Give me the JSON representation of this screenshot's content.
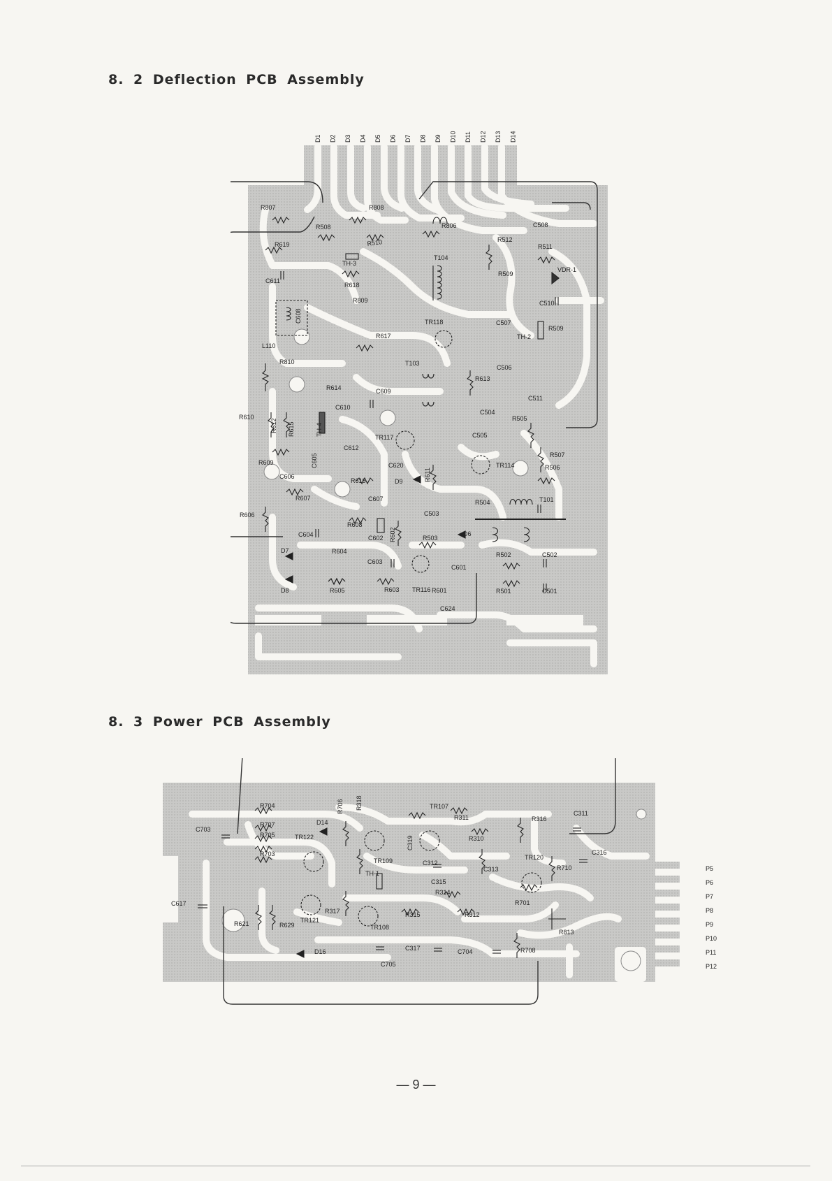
{
  "titles": {
    "deflection": "8. 2 Deflection PCB Assembly",
    "power": "8. 3 Power PCB Assembly"
  },
  "page_number": "— 9 —",
  "deflection": {
    "connectors": [
      "D1",
      "D2",
      "D3",
      "D4",
      "D5",
      "D6",
      "D7",
      "D8",
      "D9",
      "D10",
      "D11",
      "D12",
      "D13",
      "D14"
    ],
    "labels": [
      {
        "id": "R807",
        "t": "R807"
      },
      {
        "id": "R808",
        "t": "R808"
      },
      {
        "id": "R508",
        "t": "R508"
      },
      {
        "id": "R510",
        "t": "R510"
      },
      {
        "id": "R806",
        "t": "R806"
      },
      {
        "id": "C508",
        "t": "C508"
      },
      {
        "id": "R619",
        "t": "R619"
      },
      {
        "id": "TH-3",
        "t": "TH-3"
      },
      {
        "id": "R512",
        "t": "R512"
      },
      {
        "id": "R511",
        "t": "R511"
      },
      {
        "id": "T104",
        "t": "T104"
      },
      {
        "id": "VDR-1",
        "t": "VDR-1"
      },
      {
        "id": "C611",
        "t": "C611"
      },
      {
        "id": "R618",
        "t": "R618"
      },
      {
        "id": "R509a",
        "t": "R509"
      },
      {
        "id": "C510",
        "t": "C510"
      },
      {
        "id": "R809",
        "t": "R809"
      },
      {
        "id": "C608",
        "t": "C608"
      },
      {
        "id": "TR118",
        "t": "TR118"
      },
      {
        "id": "C507",
        "t": "C507"
      },
      {
        "id": "L110",
        "t": "L110"
      },
      {
        "id": "TH-2",
        "t": "TH-2"
      },
      {
        "id": "R509b",
        "t": "R509"
      },
      {
        "id": "R617",
        "t": "R617"
      },
      {
        "id": "R810",
        "t": "R810"
      },
      {
        "id": "T103",
        "t": "T103"
      },
      {
        "id": "C506",
        "t": "C506"
      },
      {
        "id": "R613",
        "t": "R613"
      },
      {
        "id": "R614",
        "t": "R614"
      },
      {
        "id": "C609",
        "t": "C609"
      },
      {
        "id": "C511",
        "t": "C511"
      },
      {
        "id": "C610",
        "t": "C610"
      },
      {
        "id": "C504",
        "t": "C504"
      },
      {
        "id": "R505",
        "t": "R505"
      },
      {
        "id": "R610",
        "t": "R610"
      },
      {
        "id": "R612",
        "t": "R612"
      },
      {
        "id": "R615",
        "t": "R615"
      },
      {
        "id": "TH-4",
        "t": "TH-4"
      },
      {
        "id": "TR117",
        "t": "TR117"
      },
      {
        "id": "C505",
        "t": "C505"
      },
      {
        "id": "C612",
        "t": "C612"
      },
      {
        "id": "C605",
        "t": "C605"
      },
      {
        "id": "R609",
        "t": "R609"
      },
      {
        "id": "C620",
        "t": "C620"
      },
      {
        "id": "R611",
        "t": "R611"
      },
      {
        "id": "R507",
        "t": "R507"
      },
      {
        "id": "C606",
        "t": "C606"
      },
      {
        "id": "TR114",
        "t": "TR114"
      },
      {
        "id": "R506",
        "t": "R506"
      },
      {
        "id": "R616",
        "t": "R616"
      },
      {
        "id": "D9",
        "t": "D9"
      },
      {
        "id": "R607",
        "t": "R607"
      },
      {
        "id": "C607",
        "t": "C607"
      },
      {
        "id": "R504",
        "t": "R504"
      },
      {
        "id": "T101",
        "t": "T101"
      },
      {
        "id": "R606",
        "t": "R606"
      },
      {
        "id": "C503",
        "t": "C503"
      },
      {
        "id": "R608",
        "t": "R608"
      },
      {
        "id": "R602",
        "t": "R602"
      },
      {
        "id": "D6",
        "t": "D6"
      },
      {
        "id": "C604",
        "t": "C604"
      },
      {
        "id": "C602a",
        "t": "C602"
      },
      {
        "id": "R503",
        "t": "R503"
      },
      {
        "id": "D7",
        "t": "D7"
      },
      {
        "id": "R604",
        "t": "R604"
      },
      {
        "id": "R502",
        "t": "R502"
      },
      {
        "id": "C502",
        "t": "C502"
      },
      {
        "id": "C603",
        "t": "C603"
      },
      {
        "id": "C601",
        "t": "C601"
      },
      {
        "id": "D8",
        "t": "D8"
      },
      {
        "id": "R605",
        "t": "R605"
      },
      {
        "id": "R603",
        "t": "R603"
      },
      {
        "id": "TR116",
        "t": "TR116"
      },
      {
        "id": "R601",
        "t": "R601"
      },
      {
        "id": "R501",
        "t": "R501"
      },
      {
        "id": "C501",
        "t": "C501"
      },
      {
        "id": "C624",
        "t": "C624"
      }
    ]
  },
  "power": {
    "connectors": [
      "P5",
      "P6",
      "P7",
      "P8",
      "P9",
      "P10",
      "P11",
      "P12"
    ],
    "labels": [
      {
        "id": "R704",
        "t": "R704"
      },
      {
        "id": "R706",
        "t": "R706"
      },
      {
        "id": "R318",
        "t": "R318"
      },
      {
        "id": "TR107",
        "t": "TR107"
      },
      {
        "id": "R311",
        "t": "R311"
      },
      {
        "id": "R316",
        "t": "R316"
      },
      {
        "id": "C311",
        "t": "C311"
      },
      {
        "id": "C703",
        "t": "C703"
      },
      {
        "id": "D14",
        "t": "D14"
      },
      {
        "id": "R707",
        "t": "R707"
      },
      {
        "id": "TR122",
        "t": "TR122"
      },
      {
        "id": "C319",
        "t": "C319"
      },
      {
        "id": "R310",
        "t": "R310"
      },
      {
        "id": "R705",
        "t": "R705"
      },
      {
        "id": "TR109",
        "t": "TR109"
      },
      {
        "id": "C316",
        "t": "C316"
      },
      {
        "id": "R703",
        "t": "R703"
      },
      {
        "id": "C312",
        "t": "C312"
      },
      {
        "id": "TR120",
        "t": "TR120"
      },
      {
        "id": "R710",
        "t": "R710"
      },
      {
        "id": "TH-1",
        "t": "TH-1"
      },
      {
        "id": "C313",
        "t": "C313"
      },
      {
        "id": "C315",
        "t": "C315"
      },
      {
        "id": "C617",
        "t": "C617"
      },
      {
        "id": "R314",
        "t": "R314"
      },
      {
        "id": "R701",
        "t": "R701"
      },
      {
        "id": "TR121",
        "t": "TR121"
      },
      {
        "id": "R317",
        "t": "R317"
      },
      {
        "id": "R315",
        "t": "R315"
      },
      {
        "id": "R312",
        "t": "R312"
      },
      {
        "id": "R621",
        "t": "R621"
      },
      {
        "id": "R629",
        "t": "R629"
      },
      {
        "id": "TR108",
        "t": "TR108"
      },
      {
        "id": "R813",
        "t": "R813"
      },
      {
        "id": "D16",
        "t": "D16"
      },
      {
        "id": "C317",
        "t": "C317"
      },
      {
        "id": "C704",
        "t": "C704"
      },
      {
        "id": "R708",
        "t": "R708"
      },
      {
        "id": "C705",
        "t": "C705"
      }
    ]
  }
}
